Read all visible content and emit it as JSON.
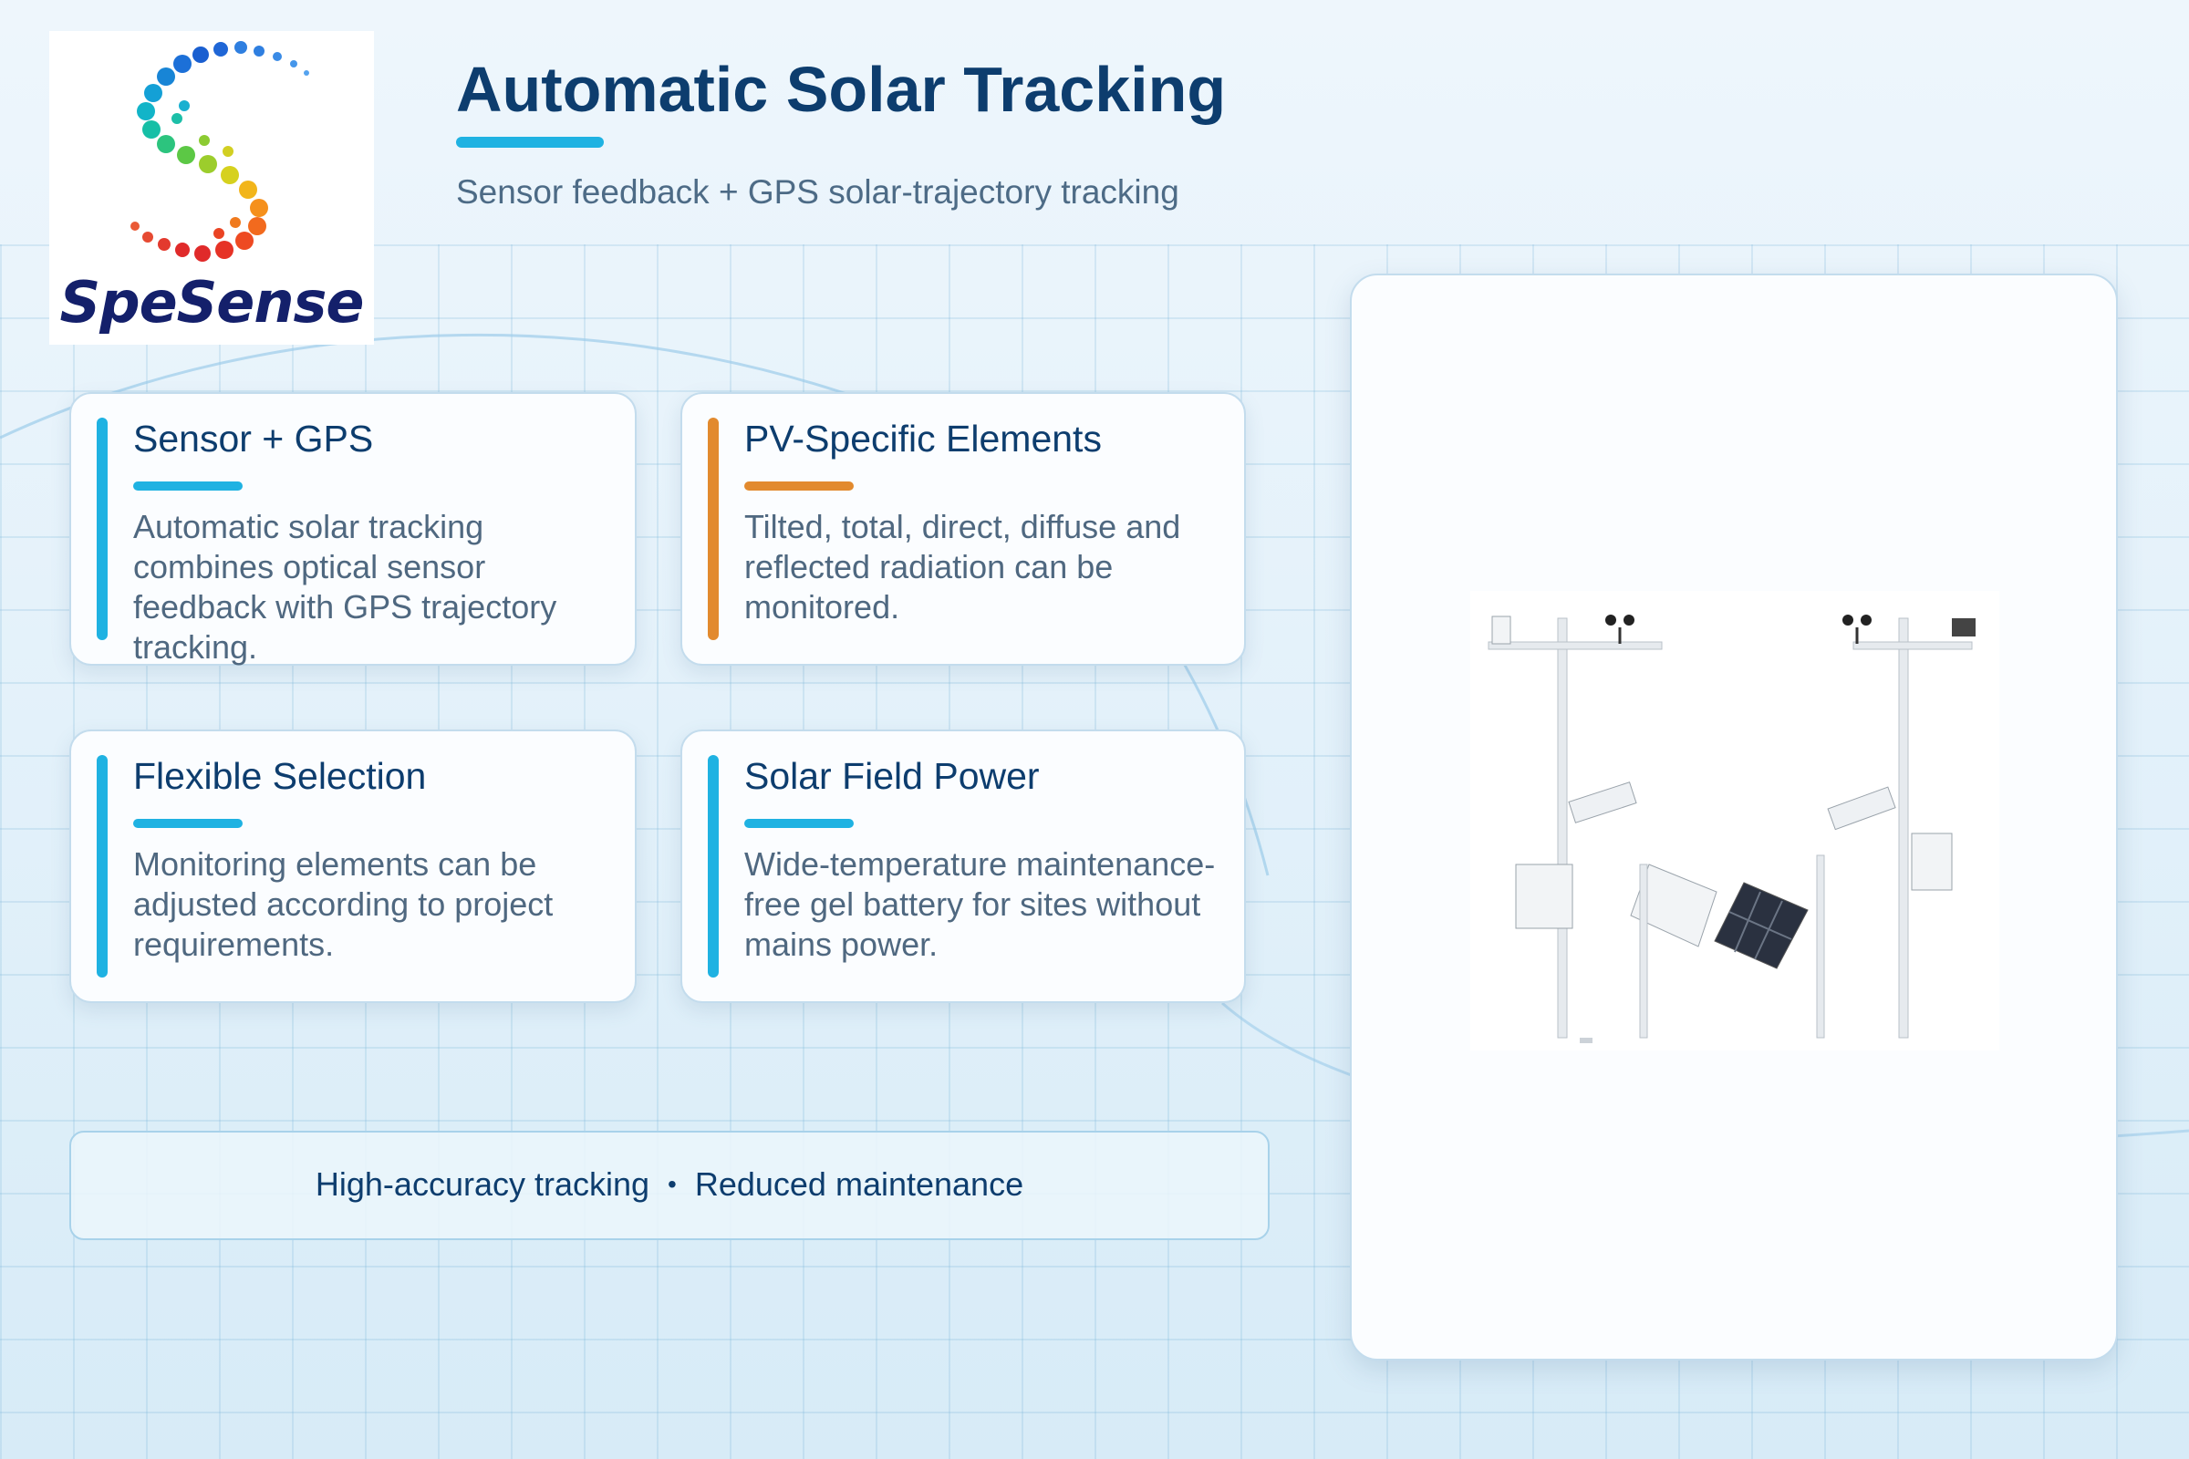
{
  "brand": {
    "name": "SpeSense"
  },
  "header": {
    "title": "Automatic Solar Tracking",
    "subtitle": "Sensor feedback + GPS solar-trajectory tracking"
  },
  "colors": {
    "primary_text": "#0d3d6e",
    "accent_blue": "#1fb2e2",
    "accent_orange": "#e28a2e"
  },
  "cards": [
    {
      "title": "Sensor + GPS",
      "body": "Automatic solar tracking combines optical sensor feedback with GPS trajectory tracking.",
      "accent": "#1fb2e2"
    },
    {
      "title": "PV-Specific Elements",
      "body": "Tilted, total, direct, diffuse and reflected radiation can be monitored.",
      "accent": "#e28a2e"
    },
    {
      "title": "Flexible Selection",
      "body": "Monitoring elements can be adjusted according to project requirements.",
      "accent": "#1fb2e2"
    },
    {
      "title": "Solar Field Power",
      "body": "Wide-temperature maintenance-free gel battery for sites without mains power.",
      "accent": "#1fb2e2"
    }
  ],
  "footer": {
    "item1": "High-accuracy tracking",
    "separator": "•",
    "item2": "Reduced maintenance"
  },
  "product_image": {
    "icon": "weather-station-image"
  }
}
